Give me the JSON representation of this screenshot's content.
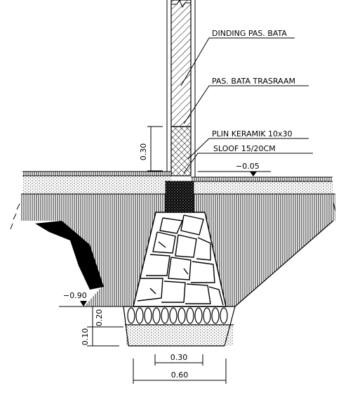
{
  "callouts": {
    "wall": "DINDING PAS. BATA",
    "trasraam": "PAS. BATA TRASRAAM",
    "plinth": "PLIN KERAMIK 10x30",
    "sloof": "SLOOF 15/20CM"
  },
  "levels": {
    "floor": "−0.05",
    "bottom": "−0.90"
  },
  "dimensions": {
    "trasraam_height": "0.30",
    "sand_bed": "0.20",
    "lean_concrete": "0.10",
    "foundation_top_width": "0.30",
    "foundation_bottom_width": "0.60"
  },
  "colors": {
    "line": "#000000",
    "background": "#ffffff"
  }
}
